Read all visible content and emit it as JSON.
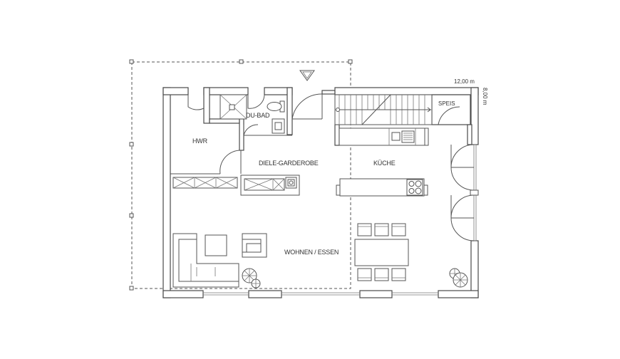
{
  "rooms": {
    "hwr": "HWR",
    "du_bad": "DU-BAD",
    "diele": "DIELE-GARDEROBE",
    "kueche": "KÜCHE",
    "speis": "SPEIS",
    "wohnen": "WOHNEN / ESSEN"
  },
  "dimensions": {
    "width": "12,00 m",
    "depth": "8,00 m"
  },
  "icons": {
    "entrance": "entrance-triangle-icon",
    "plant": "plant-icon"
  }
}
